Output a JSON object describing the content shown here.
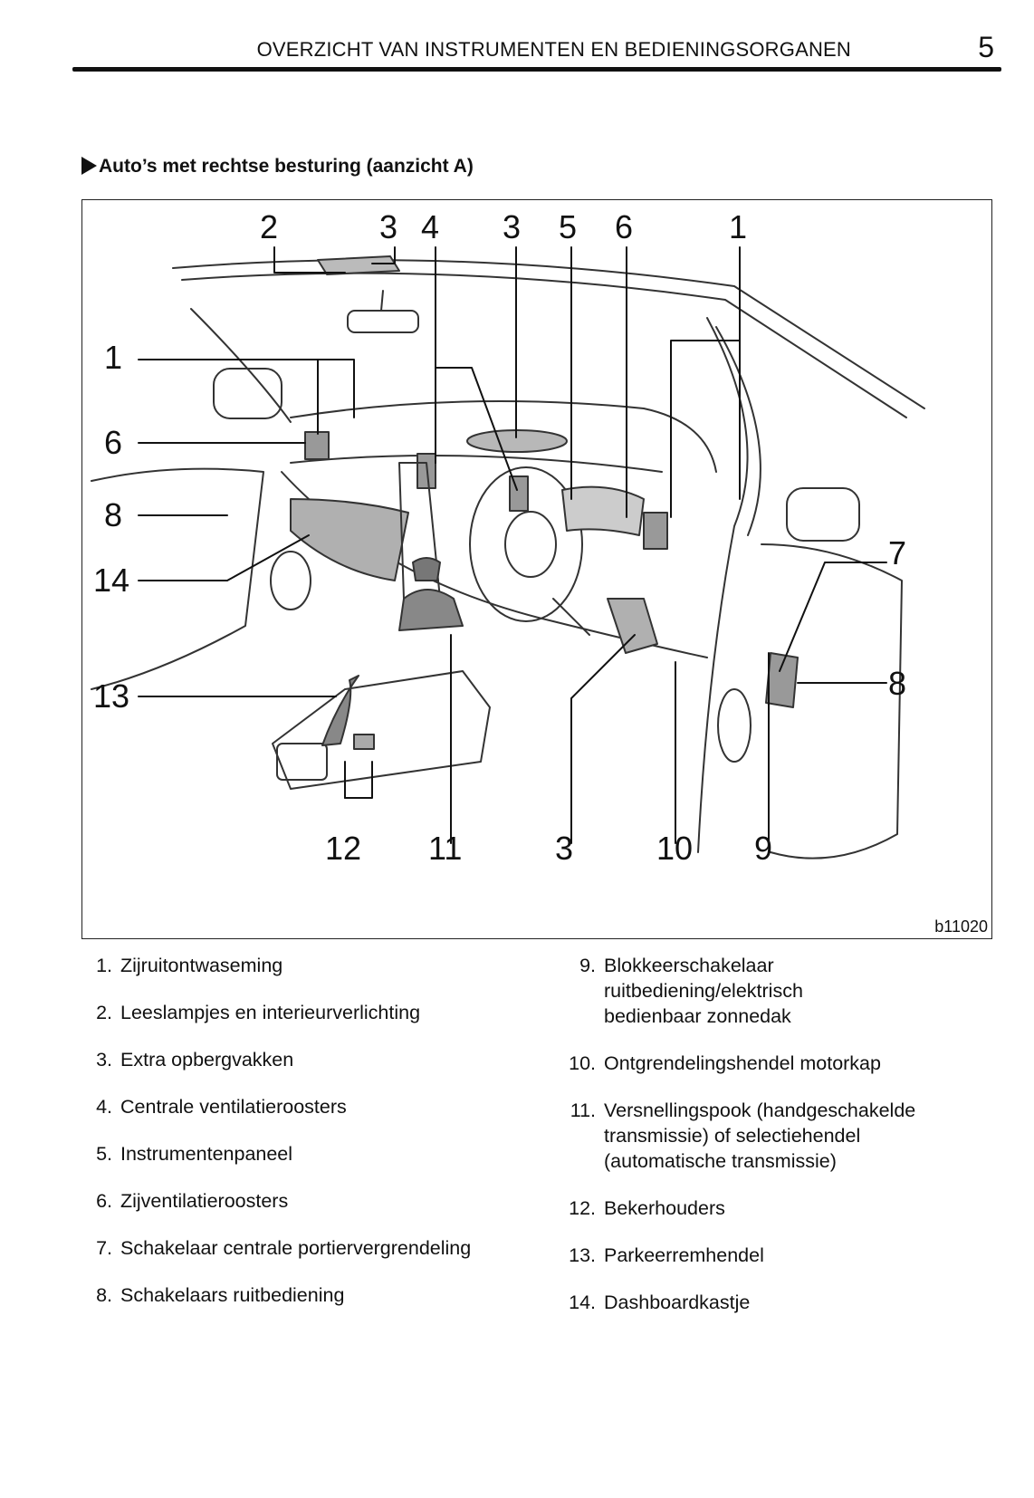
{
  "header": {
    "title": "OVERZICHT VAN INSTRUMENTEN EN BEDIENINGSORGANEN",
    "page_number": "5"
  },
  "section": {
    "heading": "Auto’s met rechtse besturing (aanzicht A)"
  },
  "figure": {
    "code": "b11020",
    "callouts": {
      "top_2": "2",
      "top_3a": "3",
      "top_4": "4",
      "top_3b": "3",
      "top_5": "5",
      "top_6": "6",
      "top_1": "1",
      "left_1": "1",
      "left_6": "6",
      "left_8": "8",
      "left_14": "14",
      "left_13": "13",
      "right_7": "7",
      "right_8": "8",
      "bottom_12": "12",
      "bottom_11": "11",
      "bottom_3": "3",
      "bottom_10": "10",
      "bottom_9": "9"
    }
  },
  "legend_left": [
    {
      "num": "1.",
      "text": "Zijruitontwaseming"
    },
    {
      "num": "2.",
      "text": "Leeslampjes en interieurverlichting"
    },
    {
      "num": "3.",
      "text": "Extra opbergvakken"
    },
    {
      "num": "4.",
      "text": "Centrale ventilatieroosters"
    },
    {
      "num": "5.",
      "text": "Instrumentenpaneel"
    },
    {
      "num": "6.",
      "text": "Zijventilatieroosters"
    },
    {
      "num": "7.",
      "text": "Schakelaar centrale portiervergrendeling"
    },
    {
      "num": "8.",
      "text": "Schakelaars ruitbediening"
    }
  ],
  "legend_right": [
    {
      "num": "9.",
      "text": "Blokkeerschakelaar ruitbediening/elektrisch bedienbaar zonnedak"
    },
    {
      "num": "10.",
      "text": "Ontgrendelingshendel motorkap"
    },
    {
      "num": "11.",
      "text": "Versnellingspook (handgeschakelde transmissie) of selectiehendel (automatische transmissie)"
    },
    {
      "num": "12.",
      "text": "Bekerhouders"
    },
    {
      "num": "13.",
      "text": "Parkeerremhendel"
    },
    {
      "num": "14.",
      "text": "Dashboardkastje"
    }
  ]
}
